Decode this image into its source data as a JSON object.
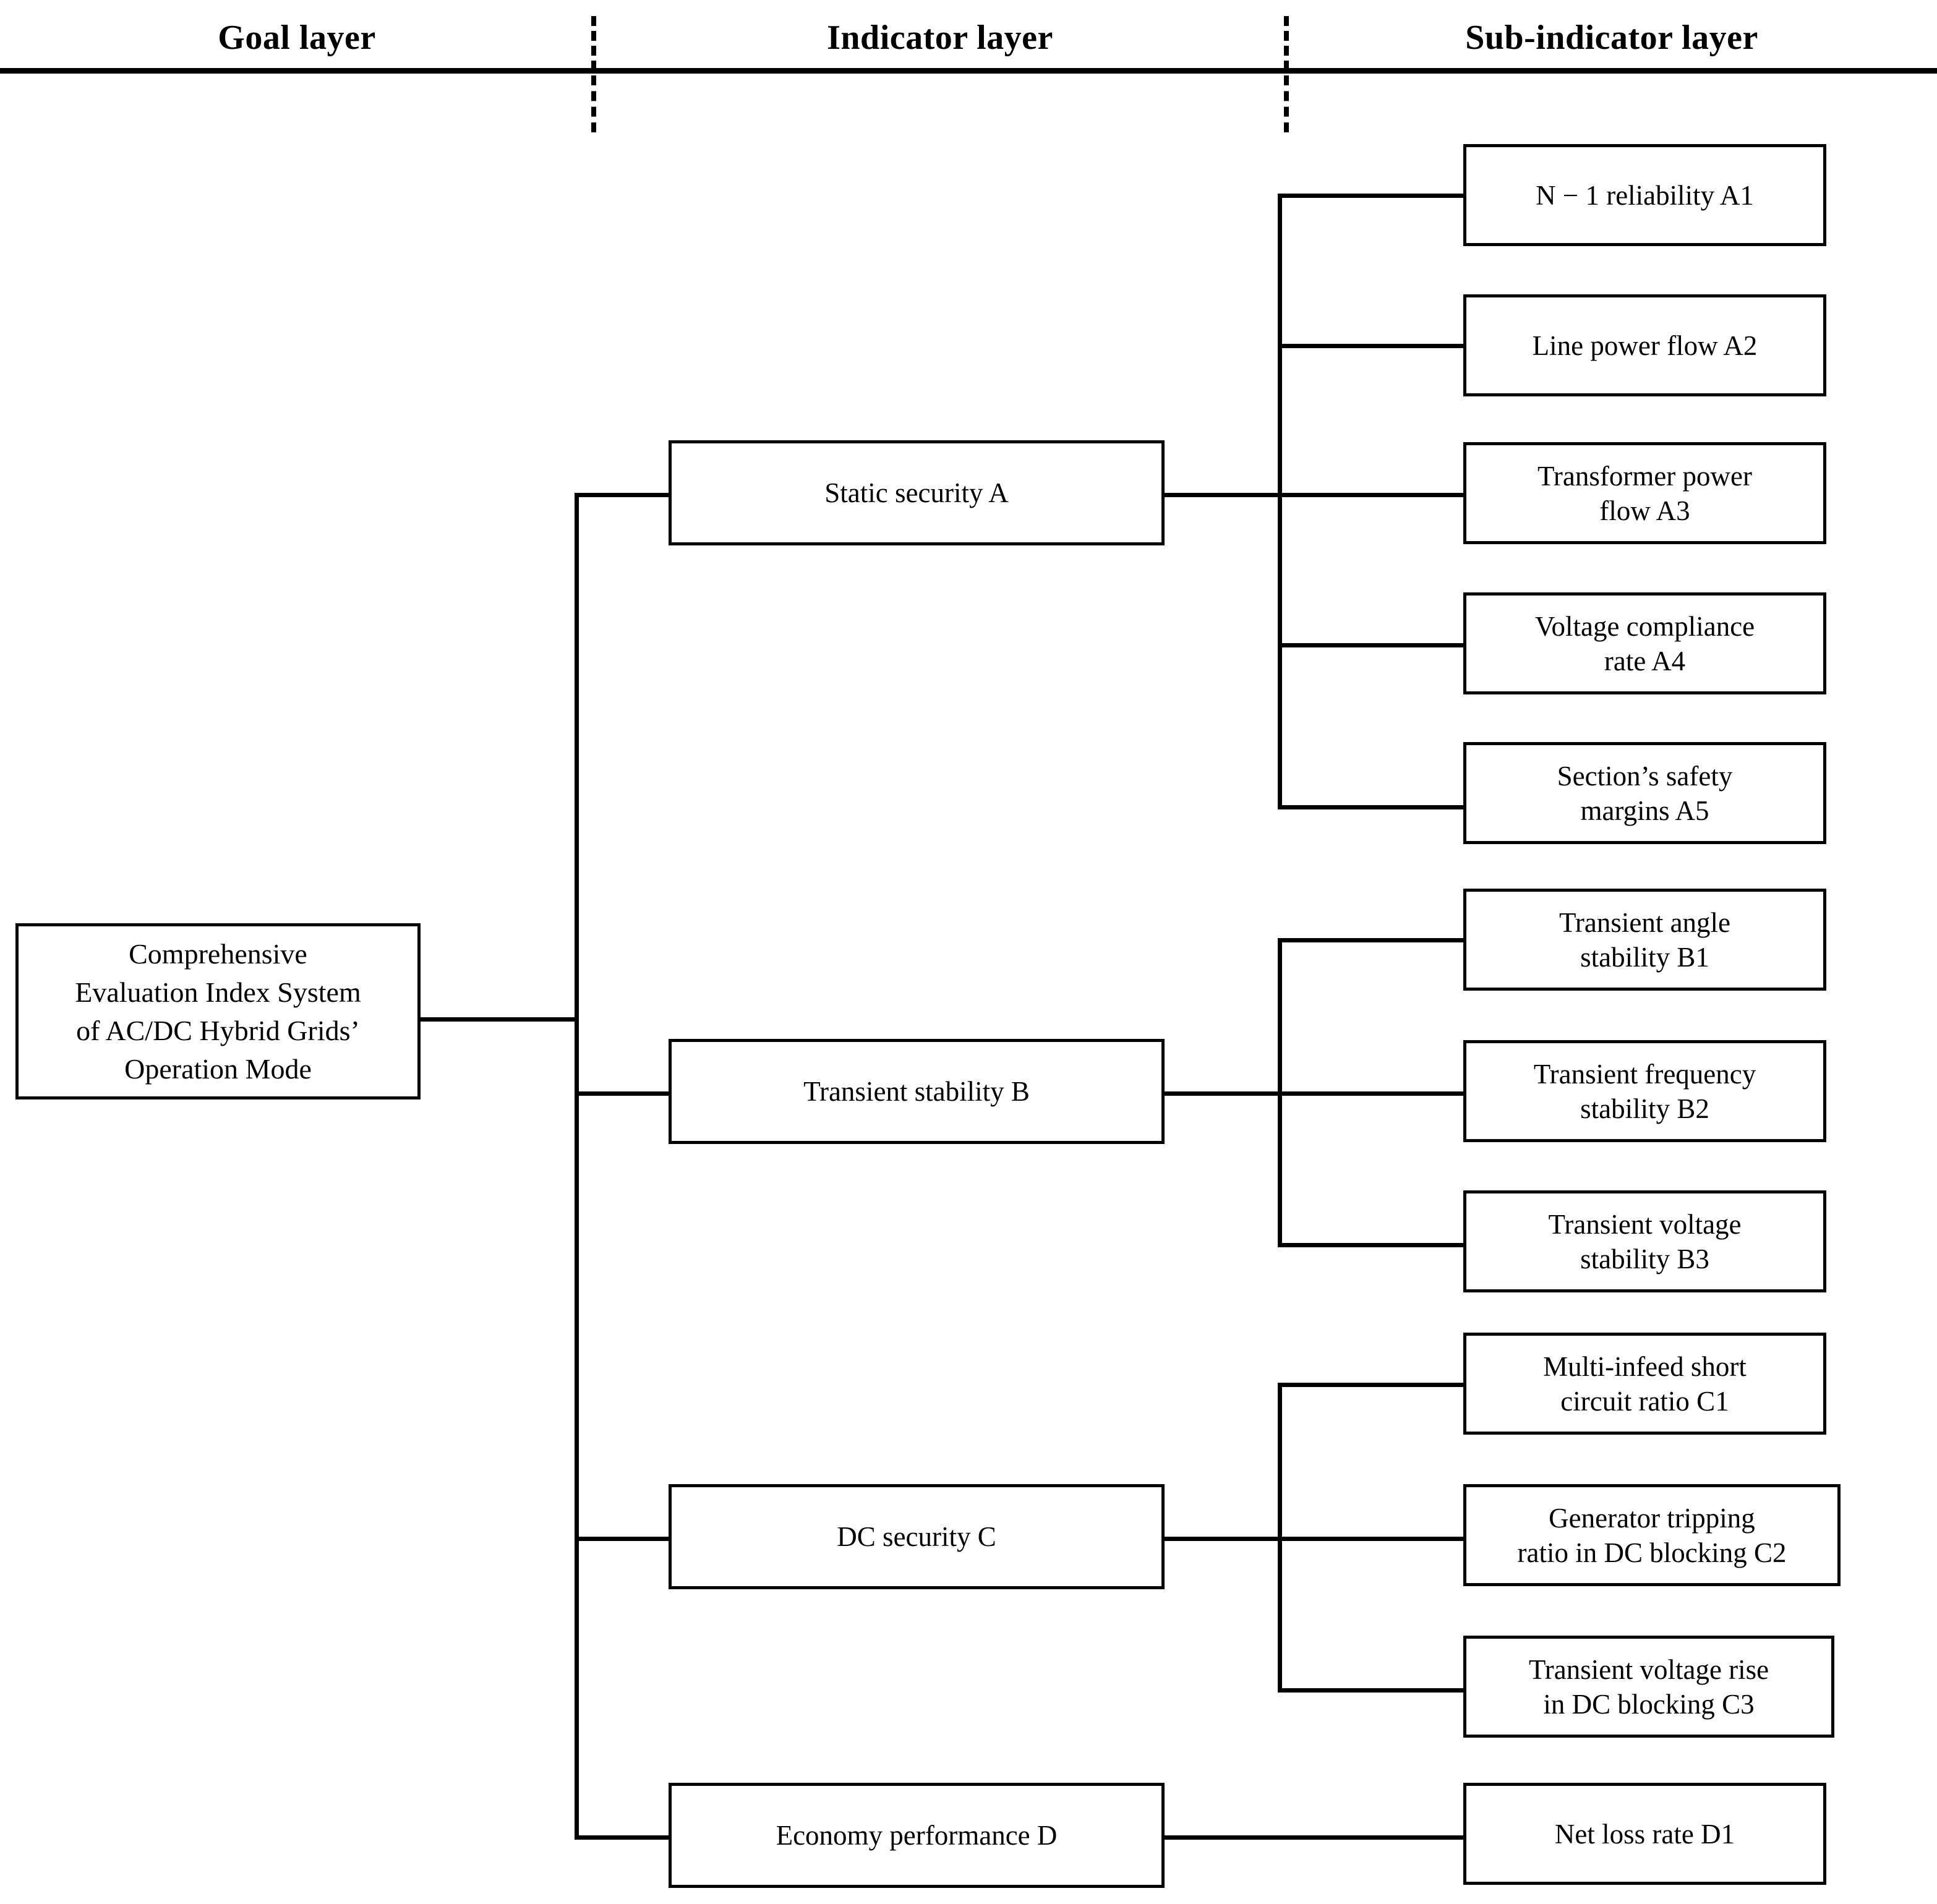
{
  "diagram": {
    "title": "Comprehensive Evaluation Index System of AC/DC Hybrid Grids' Operation Mode",
    "type": "hierarchy-tree",
    "accent_color": "#000000",
    "background_color": "#ffffff"
  },
  "columns": [
    {
      "id": "goal",
      "label": "Goal layer"
    },
    {
      "id": "indicator",
      "label": "Indicator layer"
    },
    {
      "id": "sub-indicator",
      "label": "Sub-indicator layer"
    }
  ],
  "goal": {
    "id": "goal-node",
    "label": "Comprehensive Evaluation Index System of AC/DC Hybrid Grids’ Operation Mode",
    "lines": [
      "Comprehensive",
      "Evaluation Index System",
      "of AC/DC Hybrid Grids’",
      "Operation Mode"
    ]
  },
  "indicators": [
    {
      "id": "A",
      "label": "Static security A"
    },
    {
      "id": "B",
      "label": "Transient stability B"
    },
    {
      "id": "C",
      "label": "DC security C"
    },
    {
      "id": "D",
      "label": "Economy performance D"
    }
  ],
  "sub_indicators": {
    "A": [
      {
        "id": "A1",
        "label": "N − 1 reliability A1",
        "lines": [
          "N − 1 reliability A1"
        ]
      },
      {
        "id": "A2",
        "label": "Line power flow A2",
        "lines": [
          "Line power flow A2"
        ]
      },
      {
        "id": "A3",
        "label": "Transformer power flow A3",
        "lines": [
          "Transformer power",
          "flow A3"
        ]
      },
      {
        "id": "A4",
        "label": "Voltage compliance rate A4",
        "lines": [
          "Voltage compliance",
          "rate A4"
        ]
      },
      {
        "id": "A5",
        "label": "Section’s safety margins A5",
        "lines": [
          "Section’s safety",
          "margins A5"
        ]
      }
    ],
    "B": [
      {
        "id": "B1",
        "label": "Transient angle stability  B1",
        "lines": [
          "Transient angle",
          "stability  B1"
        ]
      },
      {
        "id": "B2",
        "label": "Transient frequency stability B2",
        "lines": [
          "Transient frequency",
          "stability B2"
        ]
      },
      {
        "id": "B3",
        "label": "Transient voltage stability  B3",
        "lines": [
          "Transient voltage",
          "stability  B3"
        ]
      }
    ],
    "C": [
      {
        "id": "C1",
        "label": "Multi-infeed short circuit ratio C1",
        "lines": [
          "Multi-infeed short",
          "circuit ratio C1"
        ]
      },
      {
        "id": "C2",
        "label": "Generator tripping ratio in DC blocking C2",
        "lines": [
          "Generator tripping",
          "ratio in DC blocking C2"
        ]
      },
      {
        "id": "C3",
        "label": "Transient voltage rise in DC blocking C3",
        "lines": [
          "Transient voltage rise",
          "in DC blocking C3"
        ]
      }
    ],
    "D": [
      {
        "id": "D1",
        "label": "Net loss rate D1",
        "lines": [
          "Net loss rate D1"
        ]
      }
    ]
  }
}
